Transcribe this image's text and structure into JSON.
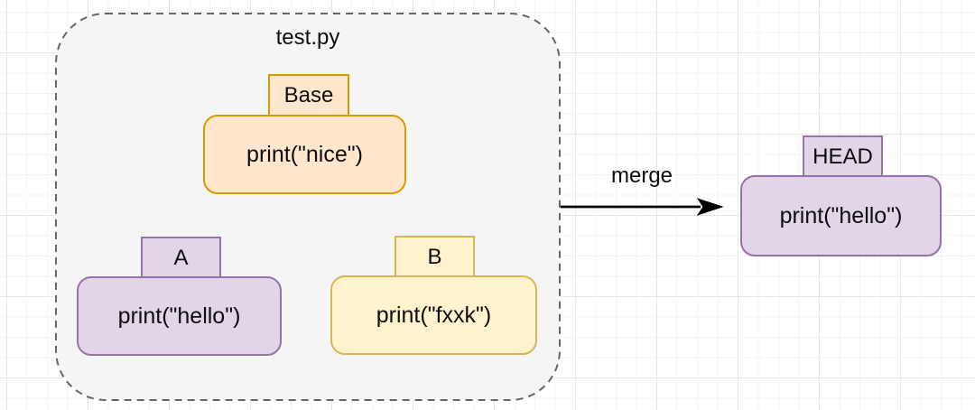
{
  "canvas": {
    "background": "#ffffff",
    "grid_minor_color": "#f3f3f3",
    "grid_major_color": "#e7e7e7",
    "text_color": "#0d0d0d"
  },
  "file_container": {
    "label": "test.py",
    "fill": "#f5f5f5",
    "border_color": "#666666"
  },
  "nodes": {
    "base": {
      "tab_label": "Base",
      "code": "print(\"nice\")",
      "fill": "#ffe6cc",
      "stroke": "#d79b00"
    },
    "branch_a": {
      "tab_label": "A",
      "code": "print(\"hello\")",
      "fill": "#e1d5e7",
      "stroke": "#9673a6"
    },
    "branch_b": {
      "tab_label": "B",
      "code": "print(\"fxxk\")",
      "fill": "#fff2cc",
      "stroke": "#d6b656"
    },
    "head": {
      "tab_label": "HEAD",
      "code": "print(\"hello\")",
      "fill": "#e1d5e7",
      "stroke": "#9673a6"
    }
  },
  "arrow": {
    "label": "merge",
    "color": "#000000"
  }
}
